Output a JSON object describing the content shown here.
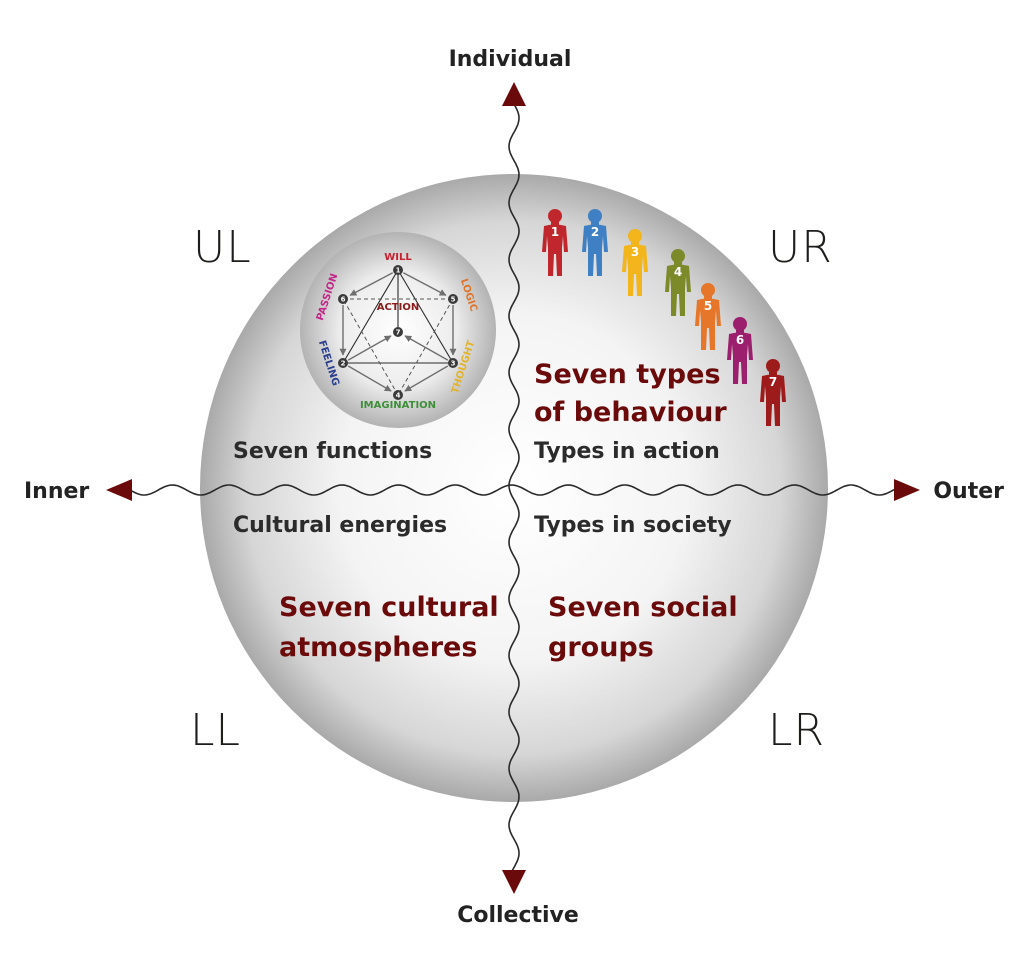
{
  "axes": {
    "top": "Individual",
    "bottom": "Collective",
    "left": "Inner",
    "right": "Outer"
  },
  "quadrants": {
    "ul": {
      "code": "UL",
      "subtitle": "Seven functions"
    },
    "ur": {
      "code": "UR",
      "title_line1": "Seven types",
      "title_line2": "of behaviour",
      "subtitle": "Types in action"
    },
    "ll": {
      "code": "LL",
      "title_line1": "Seven cultural",
      "title_line2": "atmospheres",
      "subtitle": "Cultural energies"
    },
    "lr": {
      "code": "LR",
      "title_line1": "Seven social",
      "title_line2": "groups",
      "subtitle": "Types in society"
    }
  },
  "functions_diagram": {
    "center_label": "ACTION",
    "nodes": [
      {
        "num": "1",
        "label": "WILL",
        "color": "#c8202f"
      },
      {
        "num": "2",
        "label": "FEELING",
        "color": "#2b3f8f"
      },
      {
        "num": "3",
        "label": "THOUGHT",
        "color": "#e3b32a"
      },
      {
        "num": "4",
        "label": "IMAGINATION",
        "color": "#3f8f3a"
      },
      {
        "num": "5",
        "label": "LOGIC",
        "color": "#e0742a"
      },
      {
        "num": "6",
        "label": "PASSION",
        "color": "#c2288a"
      },
      {
        "num": "7",
        "label": "ACTION",
        "color": "#8b1a1a"
      }
    ]
  },
  "figures": [
    {
      "num": "1",
      "color": "#c0272d"
    },
    {
      "num": "2",
      "color": "#3f7fc4"
    },
    {
      "num": "3",
      "color": "#f2b51c"
    },
    {
      "num": "4",
      "color": "#7c8a2a"
    },
    {
      "num": "5",
      "color": "#e6762a"
    },
    {
      "num": "6",
      "color": "#9c1f6e"
    },
    {
      "num": "7",
      "color": "#9e1b1b"
    }
  ],
  "colors": {
    "accent": "#6b0a0a",
    "axis_arrow": "#6b0a0a"
  }
}
